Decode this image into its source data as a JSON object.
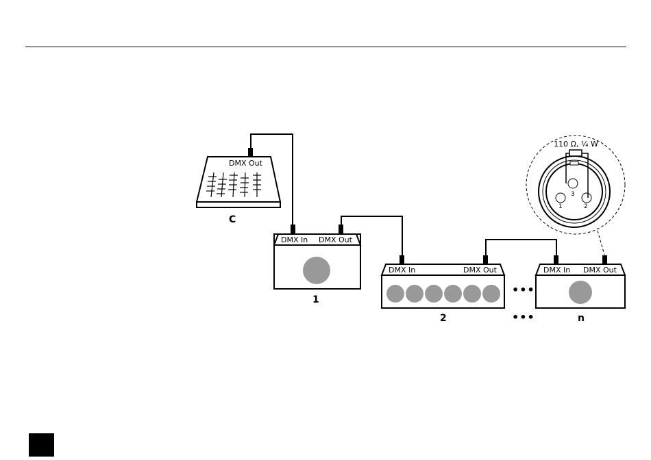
{
  "diagram": {
    "controller": {
      "port_label": "DMX Out",
      "caption": "C"
    },
    "device1": {
      "in_label": "DMX In",
      "out_label": "DMX Out",
      "caption": "1"
    },
    "device2": {
      "in_label": "DMX In",
      "out_label": "DMX Out",
      "caption": "2"
    },
    "devicen": {
      "in_label": "DMX In",
      "out_label": "DMX Out",
      "caption": "n"
    },
    "ellipsis": "•••",
    "terminator": {
      "resistor_label": "110 Ω, ¼ W",
      "pin1": "1",
      "pin2": "2",
      "pin3": "3"
    }
  },
  "colors": {
    "line": "#000000",
    "lamp": "#999999",
    "panel": "#ffffff"
  }
}
